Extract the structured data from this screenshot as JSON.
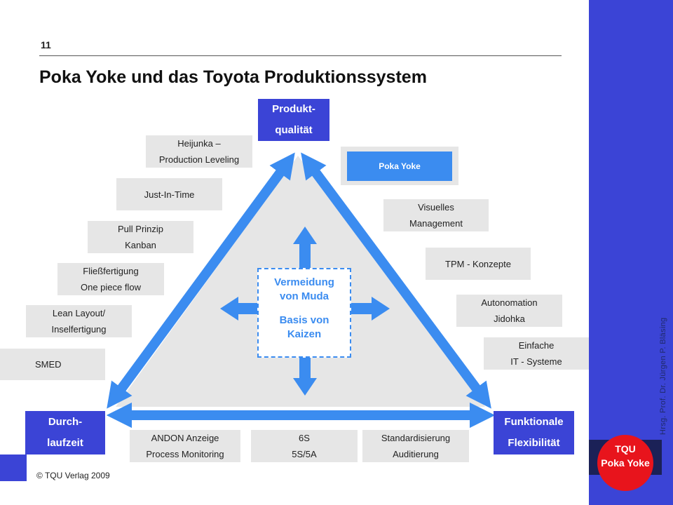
{
  "page_number": "11",
  "title": "Poka Yoke und das Toyota Produktionssystem",
  "corners": {
    "top": [
      "Produkt-",
      "qualität"
    ],
    "bottom_left": [
      "Durch-",
      "laufzeit"
    ],
    "bottom_right": [
      "Funktionale",
      "Flexibilität"
    ]
  },
  "center": {
    "line1": "Vermeidung",
    "line2": "von Muda",
    "line3": "Basis von",
    "line4": "Kaizen"
  },
  "left_items": [
    [
      "Heijunka –",
      "Production Leveling"
    ],
    [
      "Just-In-Time"
    ],
    [
      "Pull Prinzip",
      "Kanban"
    ],
    [
      "Fließfertigung",
      "One piece flow"
    ],
    [
      "Lean Layout/",
      "Inselfertigung"
    ],
    [
      "SMED"
    ]
  ],
  "right_items": {
    "highlight": "Poka Yoke",
    "items": [
      [
        "Visuelles",
        "Management"
      ],
      [
        "TPM - Konzepte"
      ],
      [
        "Autonomation",
        "Jidohka"
      ],
      [
        "Einfache",
        "IT - Systeme"
      ]
    ]
  },
  "bottom_items": [
    [
      "ANDON Anzeige",
      "Process Monitoring"
    ],
    [
      "6S",
      "5S/5A"
    ],
    [
      "Standardisierung",
      "Auditierung"
    ]
  ],
  "footer": {
    "copyright": "© TQU Verlag 2009",
    "vertical_credit": "Hrsg. Prof. Dr. Jürgen P. Bläsing",
    "logo_line1": "TQU",
    "logo_line2": "Poka Yoke"
  },
  "colors": {
    "sidebar": "#3b44d6",
    "arrow": "#3b8cf0",
    "box_gray": "#e6e6e6",
    "logo_red": "#e8141c",
    "logo_dark": "#1b2157"
  }
}
